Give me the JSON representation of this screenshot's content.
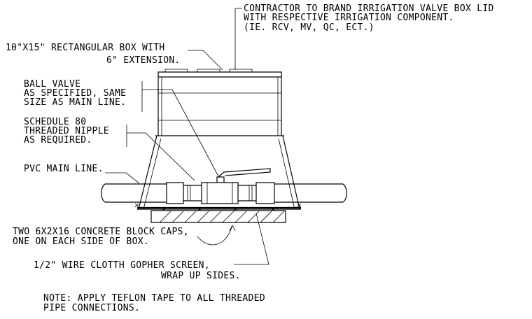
{
  "labels": {
    "lid": [
      "CONTRACTOR TO BRAND IRRIGATION VALVE BOX LID",
      "WITH RESPECTIVE IRRIGATION COMPONENT.",
      "(IE. RCV, MV, QC, ECT.)"
    ],
    "box": [
      "10\"X15\" RECTANGULAR BOX WITH",
      "6\" EXTENSION."
    ],
    "ball_valve": [
      "BALL VALVE",
      "AS SPECIFIED, SAME",
      "SIZE AS MAIN LINE."
    ],
    "nipple": [
      "SCHEDULE 80",
      "THREADED NIPPLE",
      "AS REQUIRED."
    ],
    "main_line": "PVC MAIN LINE.",
    "block_caps": [
      "TWO 6X2X16 CONCRETE BLOCK CAPS,",
      "ONE ON EACH SIDE OF BOX."
    ],
    "screen": [
      "1/2\" WIRE CLOTTH GOPHER SCREEN,",
      "WRAP UP SIDES."
    ],
    "note": [
      "NOTE: APPLY TEFLON TAPE TO ALL THREADED",
      "PIPE CONNECTIONS."
    ]
  }
}
